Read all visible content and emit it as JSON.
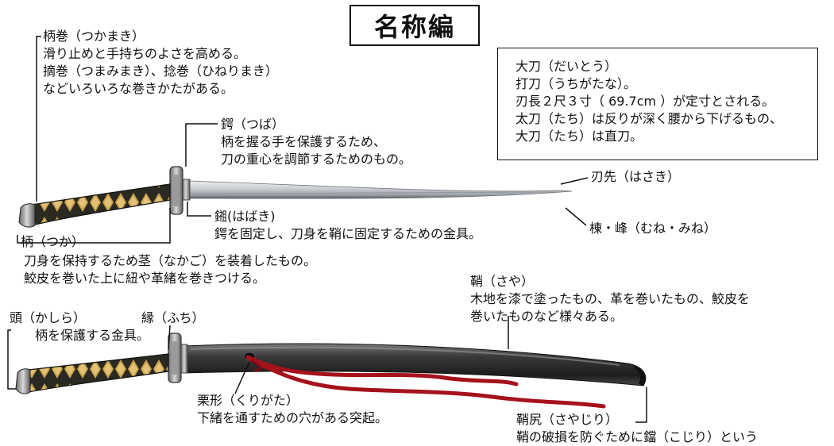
{
  "title": "名称編",
  "info_box": {
    "lines": [
      "大刀（だいとう）",
      "打刀（うちがたな）。",
      "刃長２尺３寸（ 69.7cm ）が定寸とされる。",
      "太刀（たち）は反りが深く腰から下げるもの、",
      "大刀（たち）は直刀。"
    ]
  },
  "labels": {
    "tsukamaki": {
      "name": "柄巻（つかまき）",
      "desc": [
        "滑り止めと手持ちのよさを高める。",
        "摘巻（つまみまき）、捻巻（ひねりまき）",
        "などいろいろな巻きかたがある。"
      ]
    },
    "tsuba": {
      "name": "鍔（つば）",
      "desc": [
        "柄を握る手を保護するため、",
        "刀の重心を調節するためのもの。"
      ]
    },
    "kissaki": {
      "name": "刃先（はさき）"
    },
    "habaki": {
      "name": "鎺(はばき)",
      "desc": [
        "鍔を固定し、刀身を鞘に固定するための金具。"
      ]
    },
    "mune": {
      "name": "棟・峰（むね・みね）"
    },
    "tsuka": {
      "name": "柄（つか）",
      "desc": [
        "刀身を保持するため茎（なかご）を装着したもの。",
        "鮫皮を巻いた上に紐や革緒を巻きつける。"
      ]
    },
    "saya": {
      "name": "鞘（さや）",
      "desc": [
        "木地を漆で塗ったもの、革を巻いたもの、鮫皮を",
        "巻いたものなど様々ある。"
      ]
    },
    "kashira": {
      "name": "頭（かしら）",
      "desc": [
        "柄を保護する金具。"
      ]
    },
    "fuchi": {
      "name": "縁（ふち）"
    },
    "kurikata": {
      "name": "栗形（くりがた）",
      "desc": [
        "下緒を通すための穴がある突起。"
      ]
    },
    "kojiri": {
      "name": "鞘尻（さやじり）",
      "desc": [
        "鞘の破損を防ぐために鐺（こじり）という"
      ]
    }
  },
  "colors": {
    "sageo": "#a5121c",
    "wrap": "#2a2a22",
    "same": "#c9a24a",
    "blade": "#c8ccd0",
    "saya": "#2b2b2b"
  }
}
